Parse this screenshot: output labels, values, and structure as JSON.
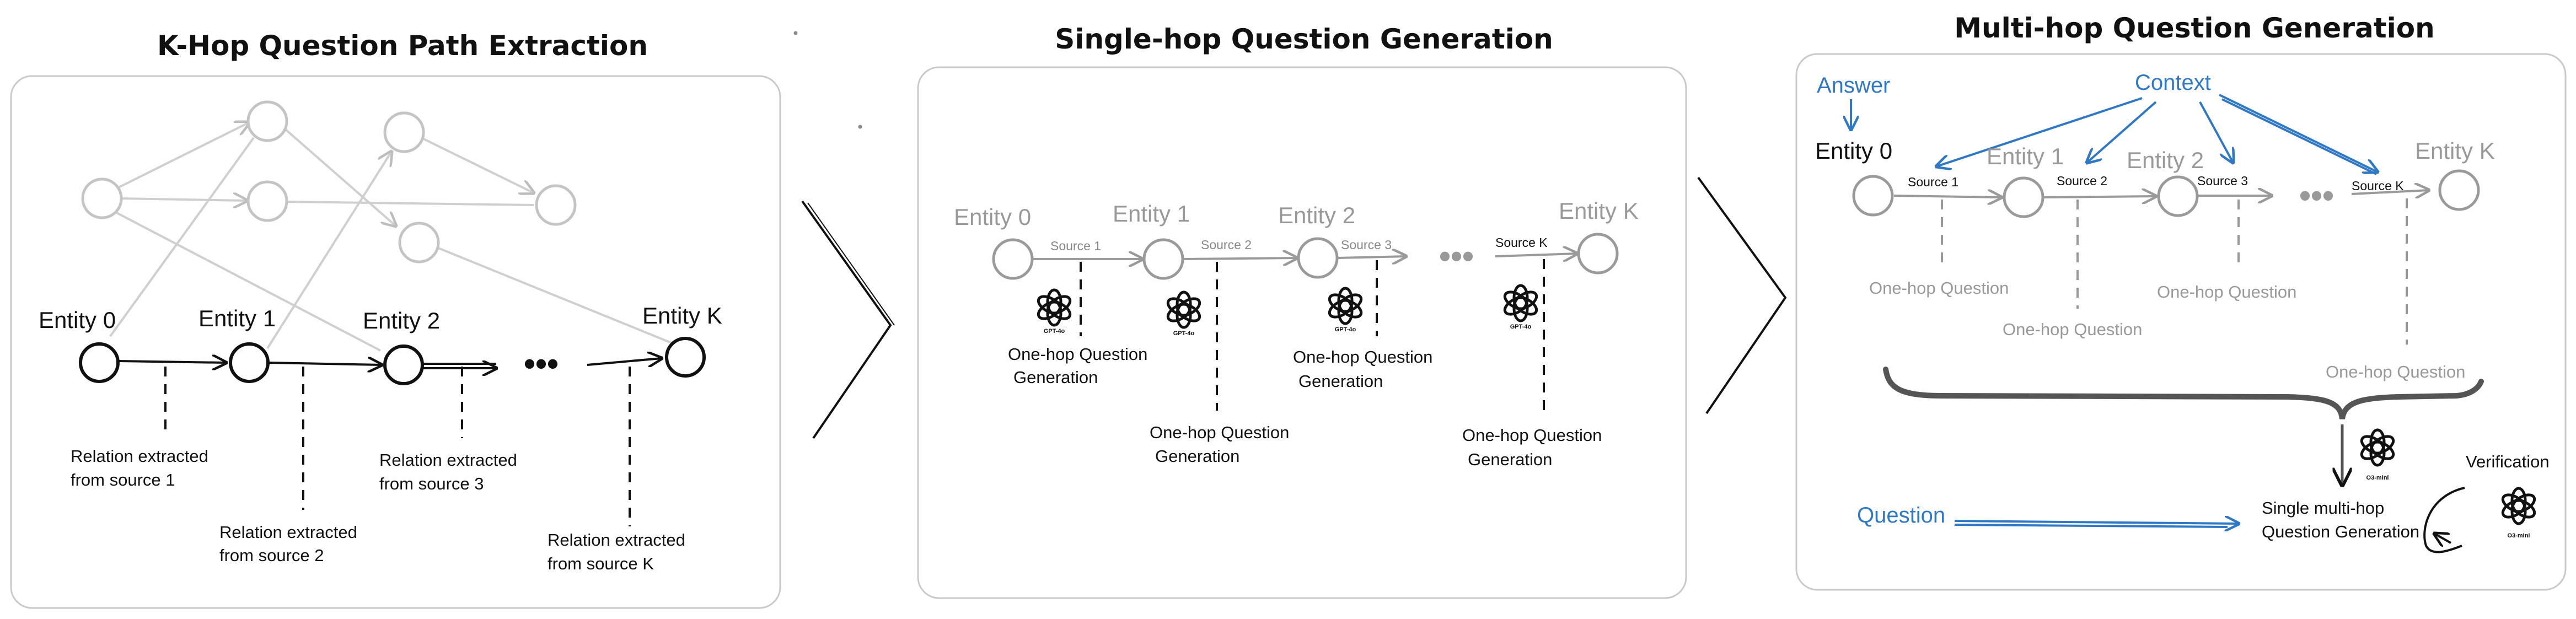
{
  "panels": {
    "extraction": {
      "title": "K-Hop Question Path Extraction",
      "entities": [
        "Entity 0",
        "Entity 1",
        "Entity 2",
        "Entity K"
      ],
      "ellipsis": "•••",
      "relations": [
        {
          "line1": "Relation extracted",
          "line2": "from source 1"
        },
        {
          "line1": "Relation extracted",
          "line2": "from source 2"
        },
        {
          "line1": "Relation extracted",
          "line2": "from source 3"
        },
        {
          "line1": "Relation extracted",
          "line2": "from source K"
        }
      ]
    },
    "single_hop": {
      "title": "Single-hop Question Generation",
      "entities": [
        "Entity 0",
        "Entity 1",
        "Entity 2",
        "Entity K"
      ],
      "sources": [
        "Source 1",
        "Source 2",
        "Source 3",
        "Source K"
      ],
      "ellipsis": "•••",
      "model_label": "GPT-4o",
      "generation": [
        {
          "line1": "One-hop Question",
          "line2": "Generation"
        },
        {
          "line1": "One-hop Question",
          "line2": "Generation"
        },
        {
          "line1": "One-hop Question",
          "line2": "Generation"
        },
        {
          "line1": "One-hop Question",
          "line2": "Generation"
        }
      ]
    },
    "multi_hop": {
      "title": "Multi-hop Question Generation",
      "answer": "Answer",
      "context": "Context",
      "question": "Question",
      "entities": [
        "Entity 0",
        "Entity 1",
        "Entity 2",
        "Entity K"
      ],
      "sources": [
        "Source 1",
        "Source 2",
        "Source 3",
        "Source K"
      ],
      "ellipsis": "•••",
      "one_hop": [
        "One-hop Question",
        "One-hop Question",
        "One-hop Question",
        "One-hop Question"
      ],
      "model_label": "O3-mini",
      "verification": "Verification",
      "output": {
        "line1": "Single multi-hop",
        "line2": "Question Generation"
      }
    }
  },
  "colors": {
    "accent_blue": "#2f78c6",
    "active": "#111111",
    "inactive": "#c4c4c4"
  }
}
